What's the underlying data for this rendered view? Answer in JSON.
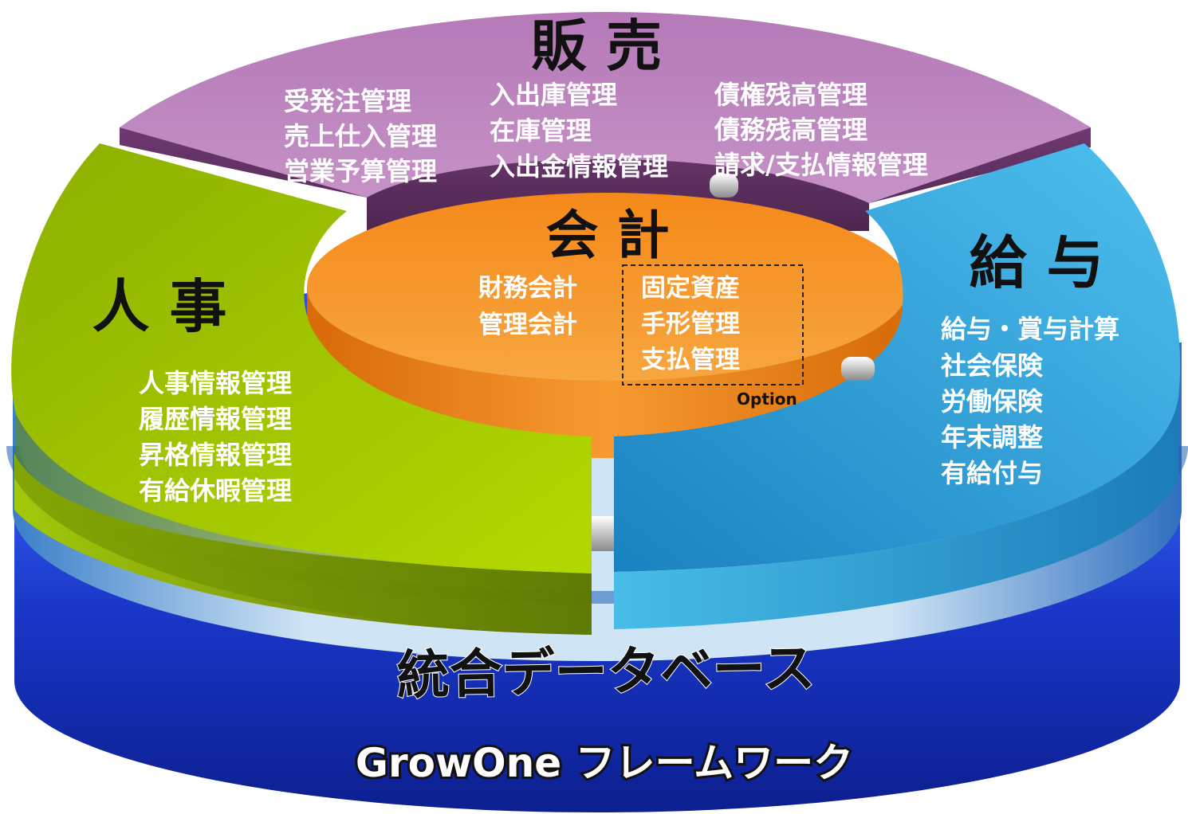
{
  "sales": {
    "title": "販 売",
    "col1": [
      "受発注管理",
      "売上仕入管理",
      "営業予算管理"
    ],
    "col2": [
      "入出庫管理",
      "在庫管理",
      "入出金情報管理"
    ],
    "col3": [
      "債権残高管理",
      "債務残高管理",
      "請求/支払情報管理"
    ]
  },
  "accounting": {
    "title": "会 計",
    "items": [
      "財務会計",
      "管理会計"
    ],
    "option_items": [
      "固定資産",
      "手形管理",
      "支払管理"
    ],
    "option_label": "Option"
  },
  "hr": {
    "title": "人 事",
    "items": [
      "人事情報管理",
      "履歴情報管理",
      "昇格情報管理",
      "有給休暇管理"
    ]
  },
  "payroll": {
    "title": "給 与",
    "items": [
      "給与・賞与計算",
      "社会保険",
      "労働保険",
      "年末調整",
      "有給付与"
    ]
  },
  "database": {
    "label": "統合データベース"
  },
  "framework": {
    "label": "GrowOne フレームワーク"
  },
  "colors": {
    "sales": "#a86aa8",
    "accounting": "#f28a1c",
    "hr": "#9cc400",
    "payroll": "#2aa5dc",
    "database_band": "#a9cde6",
    "framework_band": "#1f3fcf"
  }
}
